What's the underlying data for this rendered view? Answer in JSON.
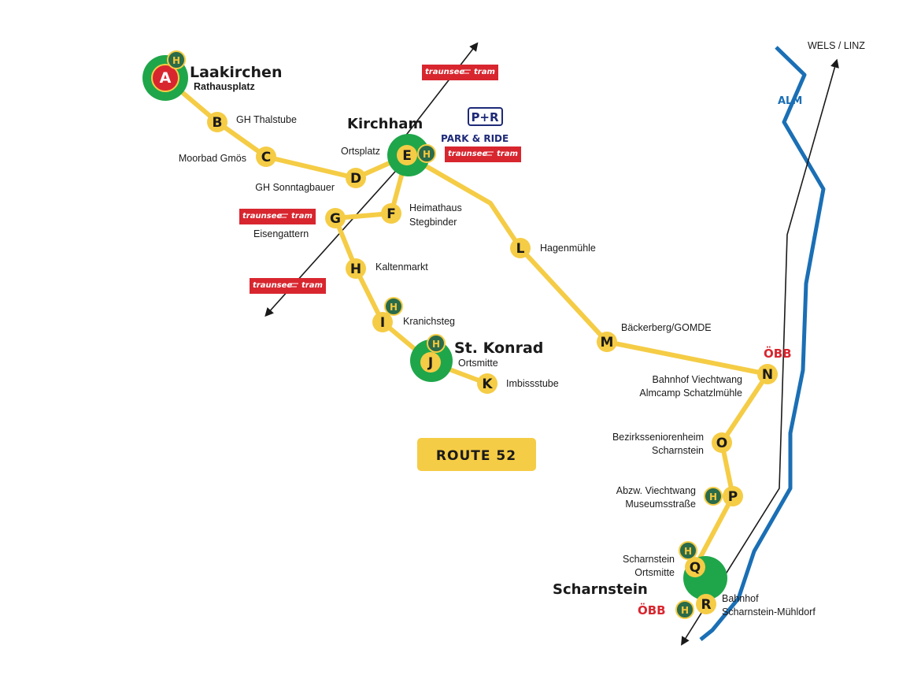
{
  "route_badge": "ROUTE 52",
  "stops": [
    {
      "id": "A",
      "name": "Laakirchen",
      "sub": "Rathausplatz"
    },
    {
      "id": "B",
      "name": "GH Thalstube"
    },
    {
      "id": "C",
      "name": "Moorbad Gmös"
    },
    {
      "id": "D",
      "name": "GH Sonntagbauer"
    },
    {
      "id": "E",
      "name": "Kirchham",
      "sub": "Ortsplatz"
    },
    {
      "id": "F",
      "name": "Heimathaus",
      "sub": "Stegbinder"
    },
    {
      "id": "G",
      "name": "Eisengattern"
    },
    {
      "id": "H",
      "name": "Kaltenmarkt"
    },
    {
      "id": "I",
      "name": "Kranichsteg"
    },
    {
      "id": "J",
      "name": "St. Konrad",
      "sub": "Ortsmitte"
    },
    {
      "id": "K",
      "name": "Imbissstube"
    },
    {
      "id": "L",
      "name": "Hagenmühle"
    },
    {
      "id": "M",
      "name": "Bäckerberg/GOMDE"
    },
    {
      "id": "N",
      "name": "Bahnhof Viechtwang",
      "sub": "Almcamp Schatzlmühle"
    },
    {
      "id": "O",
      "name": "Bezirksseniorenheim",
      "sub": "Scharnstein"
    },
    {
      "id": "P",
      "name": "Abzw. Viechtwang",
      "sub": "Museumsstraße"
    },
    {
      "id": "Q",
      "name": "Scharnstein",
      "sub": "Ortsmitte"
    },
    {
      "id": "R",
      "name": "Bahnhof",
      "sub": "Scharnstein-Mühldorf"
    }
  ],
  "town_scharnstein": "Scharnstein",
  "river": "ALM",
  "rail_destination": "WELS / LINZ",
  "park_ride": {
    "badge": "P+R",
    "text": "PARK & RIDE"
  },
  "h_symbol": "H",
  "oebb": "ÖBB",
  "tram_logo": {
    "left": "traunsee",
    "right": "tram"
  },
  "colors": {
    "route": "#f5cc45",
    "town": "#1fa64a",
    "start": "#d8262f",
    "river": "#1a6fb5",
    "h_badge": "#2a6b4a",
    "rail": "#1a1a1a",
    "tram": "#d8262f"
  }
}
